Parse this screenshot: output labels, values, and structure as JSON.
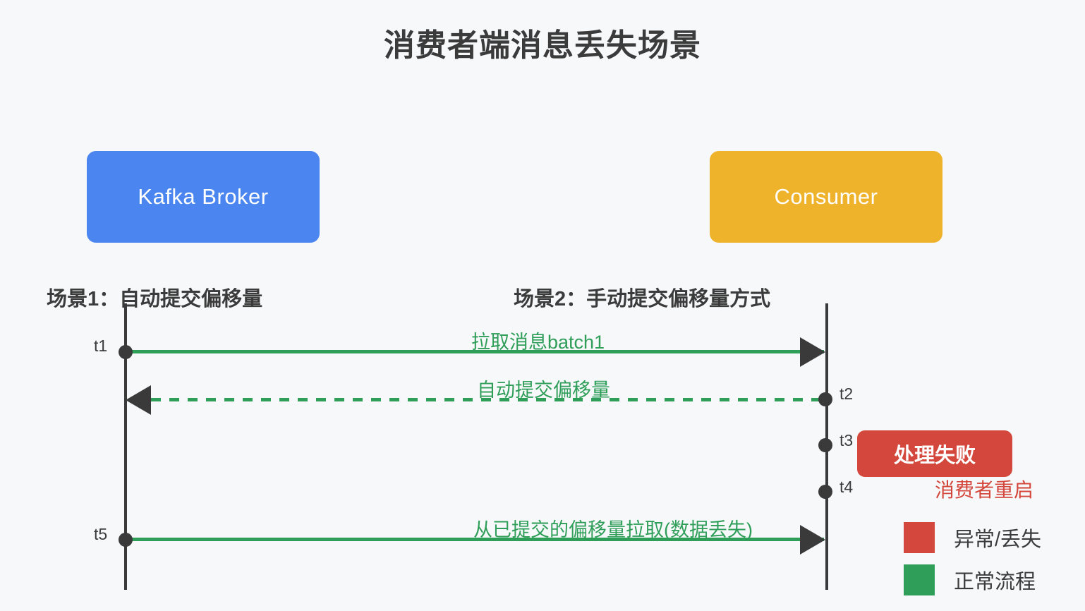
{
  "diagram": {
    "title": "消费者端消息丢失场景",
    "background_color": "#f7f8fa",
    "type": "sequence-diagram"
  },
  "participants": [
    {
      "id": "broker",
      "label": "Kafka Broker",
      "color": "#4a85f0",
      "text_color": "#ffffff"
    },
    {
      "id": "consumer",
      "label": "Consumer",
      "color": "#efb32b",
      "text_color": "#ffffff"
    }
  ],
  "scenarios": [
    {
      "id": "scenario-1",
      "label": "场景1：自动提交偏移量"
    },
    {
      "id": "scenario-2",
      "label": "场景2：手动提交偏移量方式"
    }
  ],
  "timepoints": [
    {
      "id": "t1",
      "label": "t1",
      "lifeline": "broker"
    },
    {
      "id": "t2",
      "label": "t2",
      "lifeline": "consumer"
    },
    {
      "id": "t3",
      "label": "t3",
      "lifeline": "consumer"
    },
    {
      "id": "t4",
      "label": "t4",
      "lifeline": "consumer"
    },
    {
      "id": "t5",
      "label": "t5",
      "lifeline": "broker"
    }
  ],
  "messages": [
    {
      "id": "m1",
      "label": "拉取消息batch1",
      "from": "broker",
      "to": "consumer",
      "direction": "right",
      "style": "solid",
      "color": "#2e9e58",
      "at": "t1"
    },
    {
      "id": "m2",
      "label": "自动提交偏移量",
      "from": "consumer",
      "to": "broker",
      "direction": "left",
      "style": "dashed",
      "color": "#2e9e58",
      "at": "t2"
    },
    {
      "id": "m3",
      "label": "从已提交的偏移量拉取(数据丢失)",
      "from": "broker",
      "to": "consumer",
      "direction": "right",
      "style": "solid",
      "color": "#2e9e58",
      "at": "t5"
    }
  ],
  "notes": [
    {
      "id": "note-fail",
      "label": "处理失败",
      "style": "filled",
      "color": "#d4473c",
      "at": "t3"
    },
    {
      "id": "note-restart",
      "label": "消费者重启",
      "style": "text",
      "color": "#d4473c",
      "at": "t4"
    }
  ],
  "legend": {
    "items": [
      {
        "id": "legend-error",
        "label": "异常/丢失",
        "color": "#d4473c"
      },
      {
        "id": "legend-normal",
        "label": "正常流程",
        "color": "#2e9e58"
      }
    ]
  }
}
